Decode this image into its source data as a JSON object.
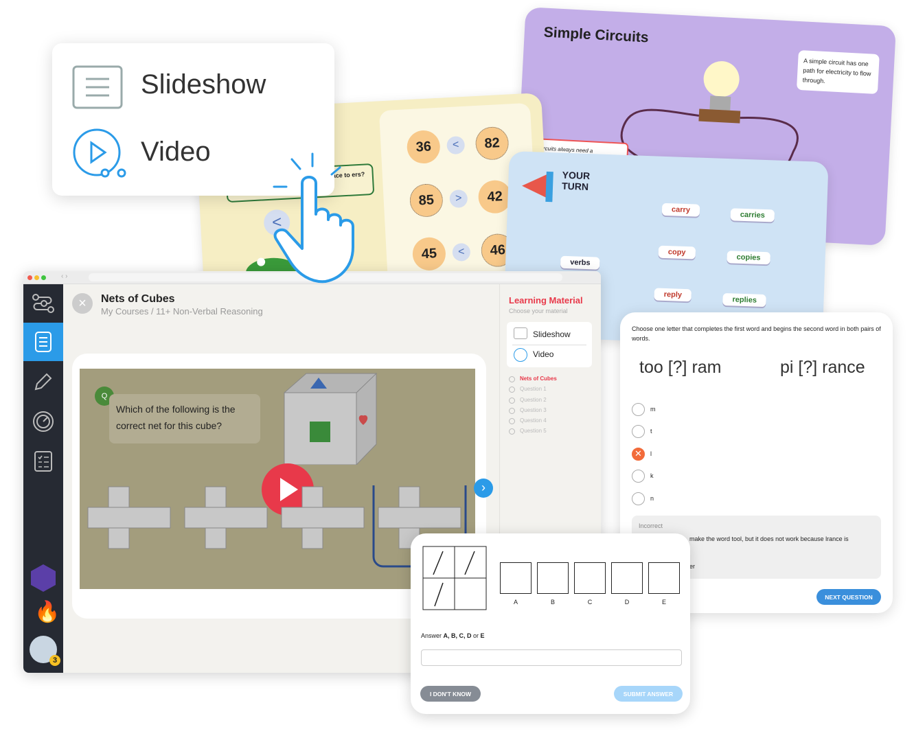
{
  "circuits": {
    "title": "Simple Circuits",
    "note": "A simple circuit has one path for electricity to flow through.",
    "partial": "rcuits always need a"
  },
  "math": {
    "numbers": [
      "36",
      "82",
      "85",
      "42",
      "45",
      "46"
    ],
    "comparisons": [
      "<",
      ">",
      "<"
    ],
    "partial_text": "face to ers?",
    "arrow": "<"
  },
  "your_turn": {
    "title": "YOUR TURN",
    "words": [
      "carry",
      "carries",
      "copy",
      "copies",
      "reply",
      "replies"
    ],
    "partial": "verbs"
  },
  "app": {
    "title": "Nets of Cubes",
    "breadcrumb": "My Courses / 11+ Non-Verbal Reasoning",
    "question_badge": "Q",
    "question": "Which of the following is the correct net for this cube?",
    "panel": {
      "title": "Learning Material",
      "subtitle": "Choose your material",
      "options": [
        "Slideshow",
        "Video"
      ],
      "steps": [
        "Nets of Cubes",
        "Question 1",
        "Question 2",
        "Question 3",
        "Question 4",
        "Question 5"
      ]
    },
    "streak_badge": "3",
    "colors": {
      "accent": "#2b9be8",
      "red": "#e8394a",
      "sidebar": "#262a33"
    }
  },
  "word_quiz": {
    "instruction": "Choose one letter that completes the first word and begins the second word in both pairs of words.",
    "pair1": "too [?] ram",
    "pair2": "pi [?] rance",
    "options": [
      "m",
      "t",
      "l",
      "k",
      "n"
    ],
    "selected": "l",
    "feedback_title": "Incorrect",
    "feedback": "make the word tool, but it does not work because lrance is",
    "feedback_tail": "er",
    "next": "NEXT QUESTION"
  },
  "nets_quiz": {
    "choices": [
      "A",
      "B",
      "C",
      "D",
      "E"
    ],
    "prompt_prefix": "Answer ",
    "prompt_bold": "A, B, C, D",
    "prompt_or": " or ",
    "prompt_last": "E",
    "input_value": "",
    "dont_know": "I DON'T KNOW",
    "submit": "SUBMIT ANSWER"
  },
  "menu": {
    "items": [
      "Slideshow",
      "Video"
    ]
  }
}
